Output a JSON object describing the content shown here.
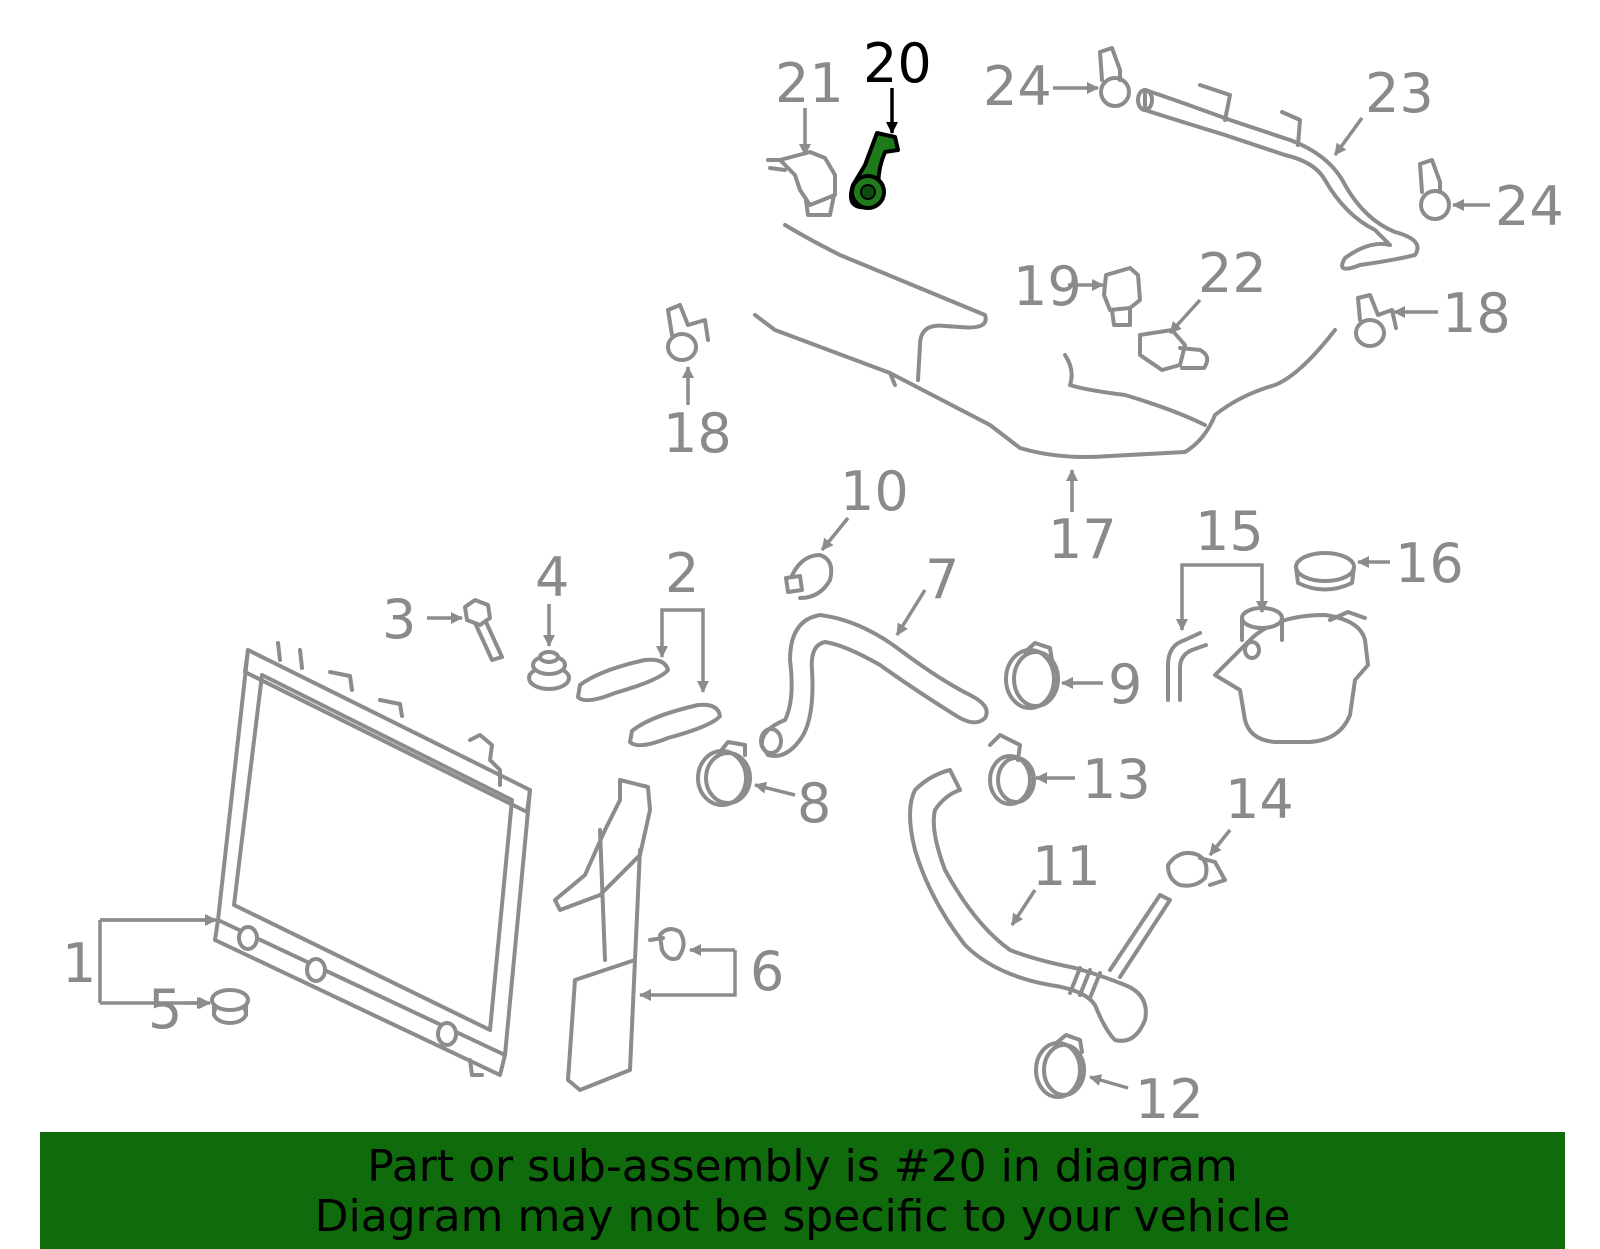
{
  "diagram": {
    "highlight_color": "#1e7a1a",
    "highlighted_part": "20",
    "callouts": {
      "c1": "1",
      "c2": "2",
      "c3": "3",
      "c4": "4",
      "c5": "5",
      "c6": "6",
      "c7": "7",
      "c8": "8",
      "c9": "9",
      "c10": "10",
      "c11": "11",
      "c12": "12",
      "c13": "13",
      "c14": "14",
      "c15": "15",
      "c16": "16",
      "c17": "17",
      "c18a": "18",
      "c18b": "18",
      "c19": "19",
      "c20": "20",
      "c21": "21",
      "c22": "22",
      "c23": "23",
      "c24a": "24",
      "c24b": "24"
    }
  },
  "banner": {
    "line1": "Part or sub-assembly is #20 in diagram",
    "line2": "Diagram may not be specific to your vehicle",
    "background_color": "#0f6b0c"
  }
}
